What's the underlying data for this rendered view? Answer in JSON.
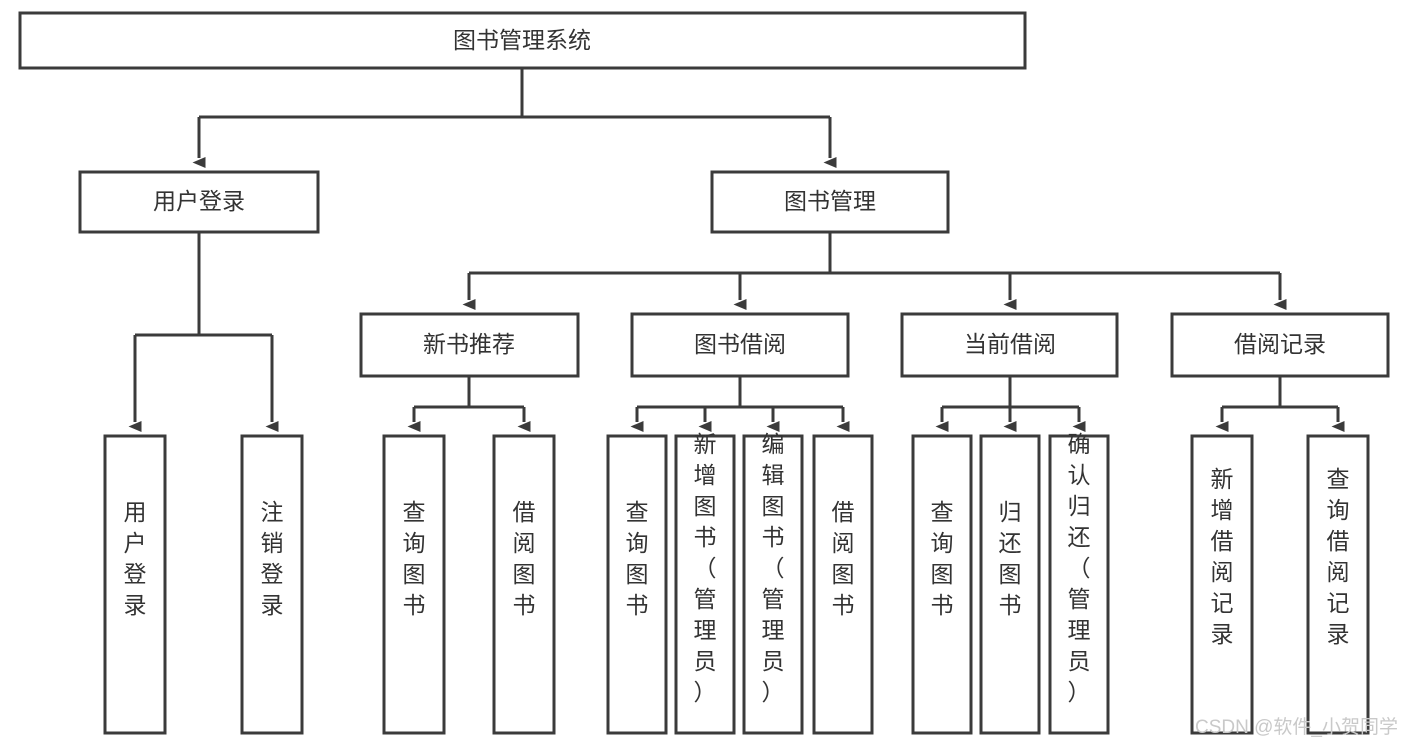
{
  "diagram": {
    "type": "tree",
    "title": "图书管理系统",
    "orientation": "top-down",
    "colors": {
      "box_stroke": "#3b3b3b",
      "box_fill": "#ffffff",
      "text": "#333333",
      "connector": "#3b3b3b",
      "watermark": "#c9c9c9",
      "background": "#ffffff"
    },
    "nodes": {
      "root": {
        "label": "图书管理系统"
      },
      "level1": [
        {
          "label": "用户登录"
        },
        {
          "label": "图书管理"
        }
      ],
      "level2": [
        {
          "label": "新书推荐"
        },
        {
          "label": "图书借阅"
        },
        {
          "label": "当前借阅"
        },
        {
          "label": "借阅记录"
        }
      ],
      "leaves": {
        "user_login": [
          {
            "label": "用户登录"
          },
          {
            "label": "注销登录"
          }
        ],
        "new_book": [
          {
            "label": "查询图书"
          },
          {
            "label": "借阅图书"
          }
        ],
        "book_borrow": [
          {
            "label": "查询图书"
          },
          {
            "label": "新增图书（管理员）"
          },
          {
            "label": "编辑图书（管理员）"
          },
          {
            "label": "借阅图书"
          }
        ],
        "current_borrow": [
          {
            "label": "查询图书"
          },
          {
            "label": "归还图书"
          },
          {
            "label": "确认归还（管理员）"
          }
        ],
        "borrow_record": [
          {
            "label": "新增借阅记录"
          },
          {
            "label": "查询借阅记录"
          }
        ]
      }
    }
  },
  "watermark": {
    "text": "CSDN @软件_小贺同学"
  }
}
